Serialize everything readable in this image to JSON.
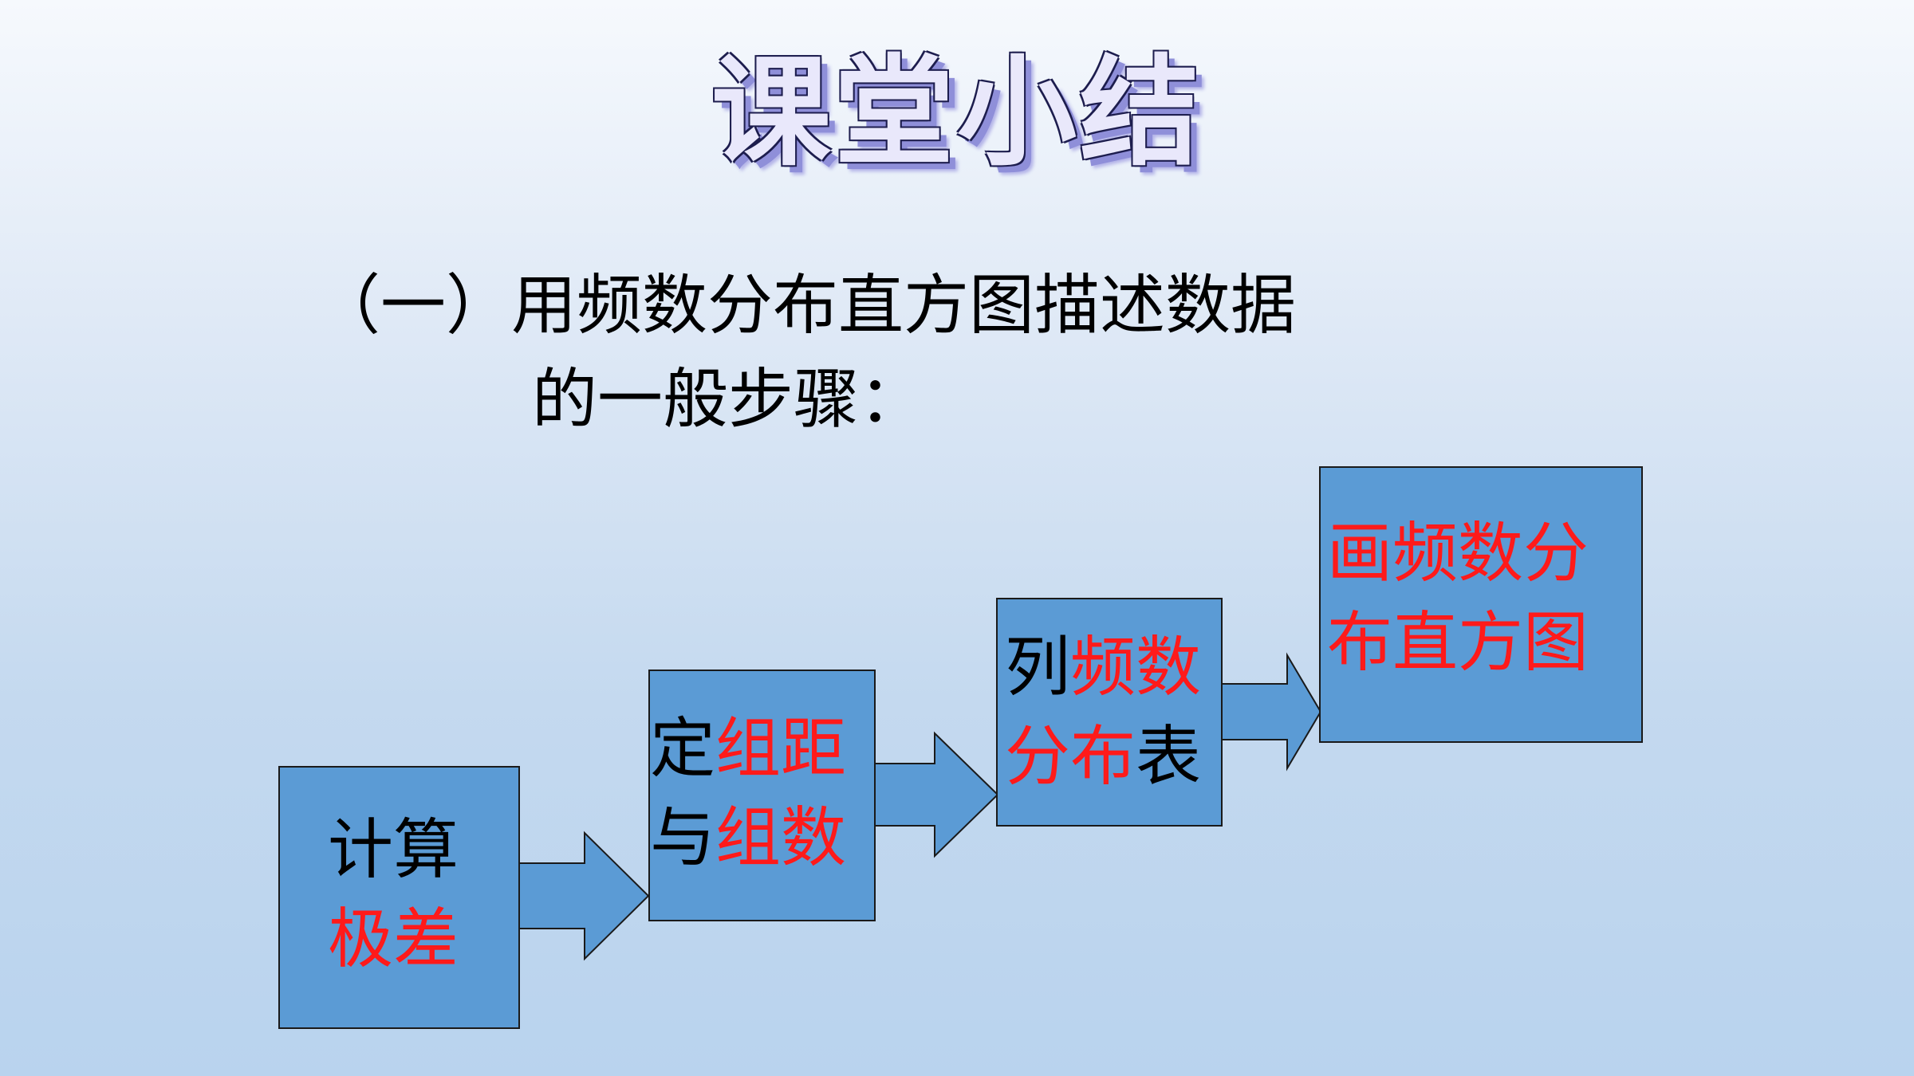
{
  "title": "课堂小结",
  "subtitle": {
    "line1": "（一）用频数分布直方图描述数据",
    "line2": "的一般步骤："
  },
  "steps": [
    {
      "line1_black": "计算",
      "line1_red": "",
      "line2_black": "",
      "line2_red": "极差"
    },
    {
      "line1_black": "定",
      "line1_red": "组距",
      "line2_black": "与",
      "line2_red": "组数"
    },
    {
      "line1_black": "列",
      "line1_red": "频数",
      "line2_black": "",
      "line2_red": "分布",
      "line2_tail": "表"
    },
    {
      "line1_black": "",
      "line1_red": "画频数分",
      "line2_black": "",
      "line2_red": "布直方图"
    }
  ],
  "colors": {
    "box_fill": "#5b9bd5",
    "highlight_text": "#ff1a1a",
    "normal_text": "#000000"
  }
}
